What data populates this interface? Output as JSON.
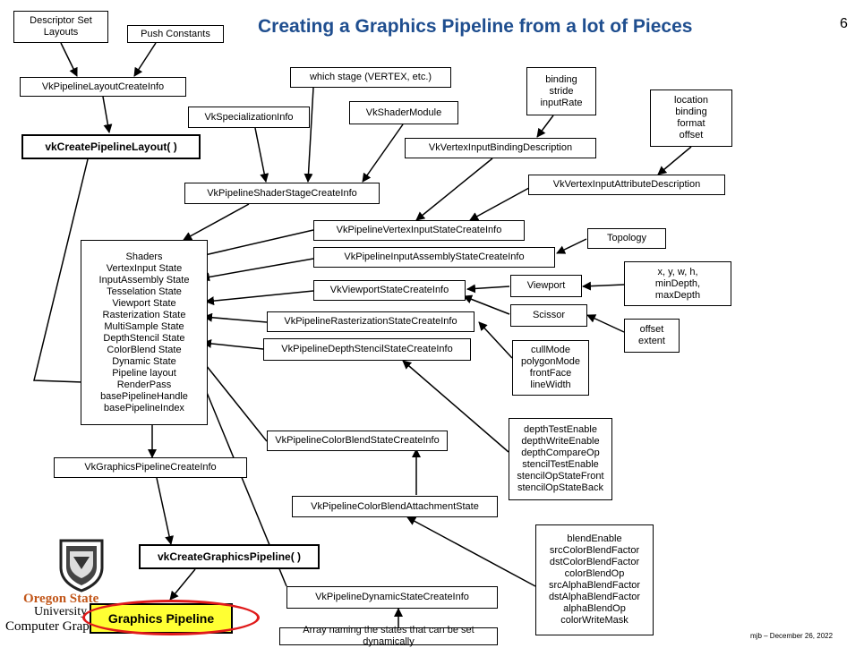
{
  "title": "Creating a Graphics Pipeline from a lot of Pieces",
  "page_number": "6",
  "footer": "mjb – December 26, 2022",
  "logo": {
    "line1": "Oregon State",
    "line2": "University",
    "line3": "Computer Graphics"
  },
  "nodes": {
    "descriptor_set_layouts": "Descriptor Set\nLayouts",
    "push_constants": "Push Constants",
    "pipeline_layout_create_info": "VkPipelineLayoutCreateInfo",
    "create_pipeline_layout": "vkCreatePipelineLayout( )",
    "which_stage": "which stage (VERTEX, etc.)",
    "specialization_info": "VkSpecializationInfo",
    "shader_module": "VkShaderModule",
    "shader_stage_create_info": "VkPipelineShaderStageCreateInfo",
    "binding_stride": "binding\nstride\ninputRate",
    "location_binding": "location\nbinding\nformat\noffset",
    "vertex_binding_description": "VkVertexInputBindingDescription",
    "vertex_attribute_description": "VkVertexInputAttributeDescription",
    "vertex_input_state_create_info": "VkPipelineVertexInputStateCreateInfo",
    "input_assembly_state_create_info": "VkPipelineInputAssemblyStateCreateInfo",
    "topology": "Topology",
    "viewport_xywh": "x, y, w, h,\nminDepth,\nmaxDepth",
    "viewport_state_create_info": "VkViewportStateCreateInfo",
    "viewport": "Viewport",
    "scissor": "Scissor",
    "offset_extent": "offset\nextent",
    "rasterization_state_create_info": "VkPipelineRasterizationStateCreateInfo",
    "cull_mode": "cullMode\npolygonMode\nfrontFace\nlineWidth",
    "depth_stencil_state_create_info": "VkPipelineDepthStencilStateCreateInfo",
    "depth_params": "depthTestEnable\ndepthWriteEnable\ndepthCompareOp\nstencilTestEnable\nstencilOpStateFront\nstencilOpStateBack",
    "color_blend_state_create_info": "VkPipelineColorBlendStateCreateInfo",
    "color_blend_attachment_state": "VkPipelineColorBlendAttachmentState",
    "blend_params": "blendEnable\nsrcColorBlendFactor\ndstColorBlendFactor\ncolorBlendOp\nsrcAlphaBlendFactor\ndstAlphaBlendFactor\nalphaBlendOp\ncolorWriteMask",
    "pipeline_states": "Shaders\nVertexInput State\nInputAssembly State\nTesselation State\nViewport State\nRasterization State\nMultiSample State\nDepthStencil State\nColorBlend State\nDynamic State\nPipeline layout\nRenderPass\nbasePipelineHandle\nbasePipelineIndex",
    "graphics_pipeline_create_info": "VkGraphicsPipelineCreateInfo",
    "create_graphics_pipeline": "vkCreateGraphicsPipeline( )",
    "dynamic_state_create_info": "VkPipelineDynamicStateCreateInfo",
    "dynamic_array": "Array naming the states that can be set dynamically",
    "graphics_pipeline": "Graphics Pipeline"
  }
}
